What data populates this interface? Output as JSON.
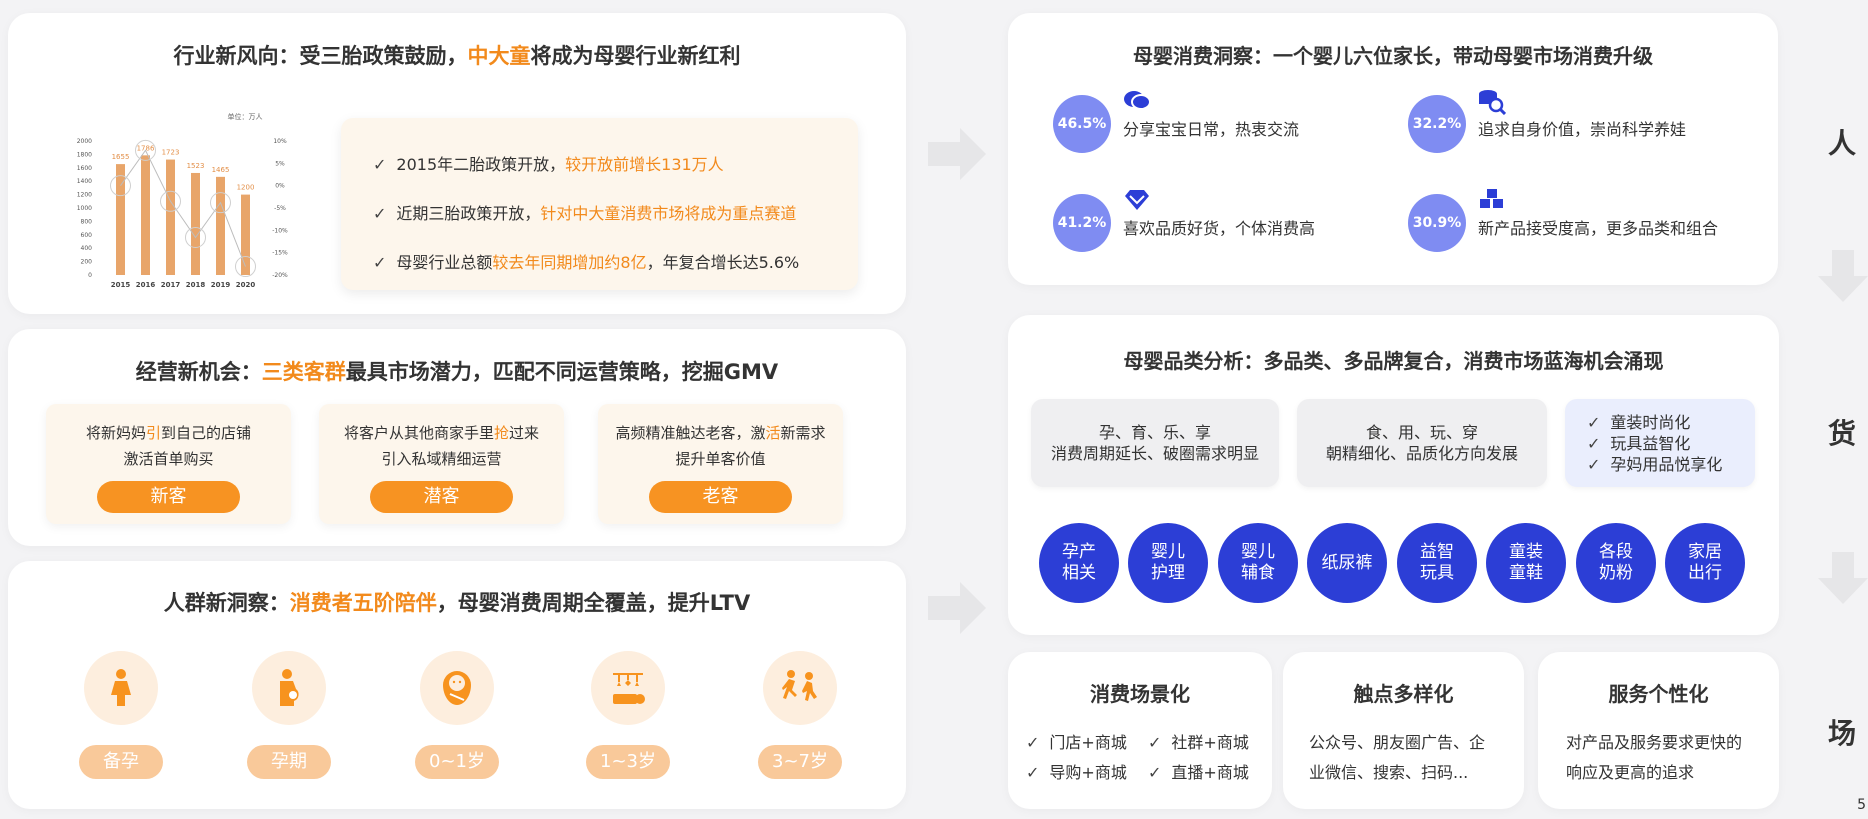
{
  "card1": {
    "title_pre": "行业新风向：受三胎政策鼓励，",
    "title_hl": "中大童",
    "title_post": "将成为母婴行业新红利",
    "chart_data": {
      "type": "bar",
      "unit_label": "单位：万人",
      "categories": [
        "2015",
        "2016",
        "2017",
        "2018",
        "2019",
        "2020"
      ],
      "values": [
        1655,
        1786,
        1723,
        1523,
        1465,
        1200
      ],
      "value_labels": [
        "1655",
        "1786",
        "1723",
        "1523",
        "1465",
        "1200"
      ],
      "y_ticks": [
        "2000",
        "1800",
        "1600",
        "1400",
        "1200",
        "1000",
        "800",
        "600",
        "400",
        "200",
        "0"
      ],
      "y2_ticks": [
        "10%",
        "5%",
        "0%",
        "-5%",
        "-10%",
        "-15%",
        "-20%"
      ],
      "ylim": [
        0,
        2000
      ],
      "bar_color": "#e8a56a",
      "line_values": [
        0,
        7.9,
        -3.5,
        -11.6,
        -3.8,
        -18.1
      ]
    },
    "points": [
      {
        "pre": "2015年二胎政策开放，",
        "hl": "较开放前增长131万人",
        "post": ""
      },
      {
        "pre": "近期三胎政策开放，",
        "hl": "针对中大童消费市场将成为重点赛道",
        "post": ""
      },
      {
        "pre": "母婴行业总额",
        "hl": "较去年同期增加约8亿",
        "post": "，年复合增长达5.6%"
      }
    ],
    "check": "✓"
  },
  "card2": {
    "title_pre": "经营新机会：",
    "title_hl": "三类客群",
    "title_post": "最具市场潜力，匹配不同运营策略，挖掘GMV",
    "items": [
      {
        "l1_pre": "将新妈妈",
        "l1_hl": "引",
        "l1_post": "到自己的店铺",
        "l2": "激活首单购买",
        "btn": "新客"
      },
      {
        "l1_pre": "将客户从其他商家手里",
        "l1_hl": "抢",
        "l1_post": "过来",
        "l2": "引入私域精细运营",
        "btn": "潜客"
      },
      {
        "l1_pre": "高频精准触达老客，激",
        "l1_hl": "活",
        "l1_post": "新需求",
        "l2": "提升单客价值",
        "btn": "老客"
      }
    ]
  },
  "card3": {
    "title_pre": "人群新洞察：",
    "title_hl": "消费者五阶陪伴",
    "title_post": "，母婴消费周期全覆盖，提升LTV",
    "stages": [
      {
        "label": "备孕",
        "icon": "pregnant-woman-icon"
      },
      {
        "label": "孕期",
        "icon": "mother-baby-icon"
      },
      {
        "label": "0~1岁",
        "icon": "swaddled-baby-icon"
      },
      {
        "label": "1~3岁",
        "icon": "baby-mobile-icon"
      },
      {
        "label": "3~7岁",
        "icon": "running-kids-icon"
      }
    ]
  },
  "card4": {
    "title": "母婴消费洞察：一个婴儿六位家长，带动母婴市场消费升级",
    "items": [
      {
        "pct": "46.5%",
        "text": "分享宝宝日常，热衷交流",
        "icon": "chat-bubbles-icon"
      },
      {
        "pct": "32.2%",
        "text": "追求自身价值，崇尚科学养娃",
        "icon": "search-data-icon"
      },
      {
        "pct": "41.2%",
        "text": "喜欢品质好货，个体消费高",
        "icon": "diamond-icon"
      },
      {
        "pct": "30.9%",
        "text": "新产品接受度高，更多品类和组合",
        "icon": "cubes-icon"
      }
    ]
  },
  "card5": {
    "title": "母婴品类分析：多品类、多品牌复合，消费市场蓝海机会涌现",
    "boxes": [
      {
        "l1": "孕、育、乐、享",
        "l2": "消费周期延长、破圈需求明显"
      },
      {
        "l1": "食、用、玩、穿",
        "l2": "朝精细化、品质化方向发展"
      }
    ],
    "checks": [
      "童装时尚化",
      "玩具益智化",
      "孕妈用品悦享化"
    ],
    "bubbles": [
      {
        "a": "孕产",
        "b": "相关"
      },
      {
        "a": "婴儿",
        "b": "护理"
      },
      {
        "a": "婴儿",
        "b": "辅食"
      },
      {
        "a": "纸尿裤",
        "b": ""
      },
      {
        "a": "益智",
        "b": "玩具"
      },
      {
        "a": "童装",
        "b": "童鞋"
      },
      {
        "a": "各段",
        "b": "奶粉"
      },
      {
        "a": "家居",
        "b": "出行"
      }
    ]
  },
  "card6": {
    "title": "消费场景化",
    "items": [
      "门店+商城",
      "社群+商城",
      "导购+商城",
      "直播+商城"
    ]
  },
  "card7": {
    "title": "触点多样化",
    "l1": "公众号、朋友圈广告、企",
    "l2": "业微信、搜索、扫码..."
  },
  "card8": {
    "title": "服务个性化",
    "l1": "对产品及服务要求更快的",
    "l2": "响应及更高的追求"
  },
  "side": [
    "人",
    "货",
    "场"
  ],
  "page_number": "5",
  "colors": {
    "orange": "#f28a1c",
    "blue_pct": "#7f8cf2",
    "blue_bubble": "#2c3ed6"
  }
}
